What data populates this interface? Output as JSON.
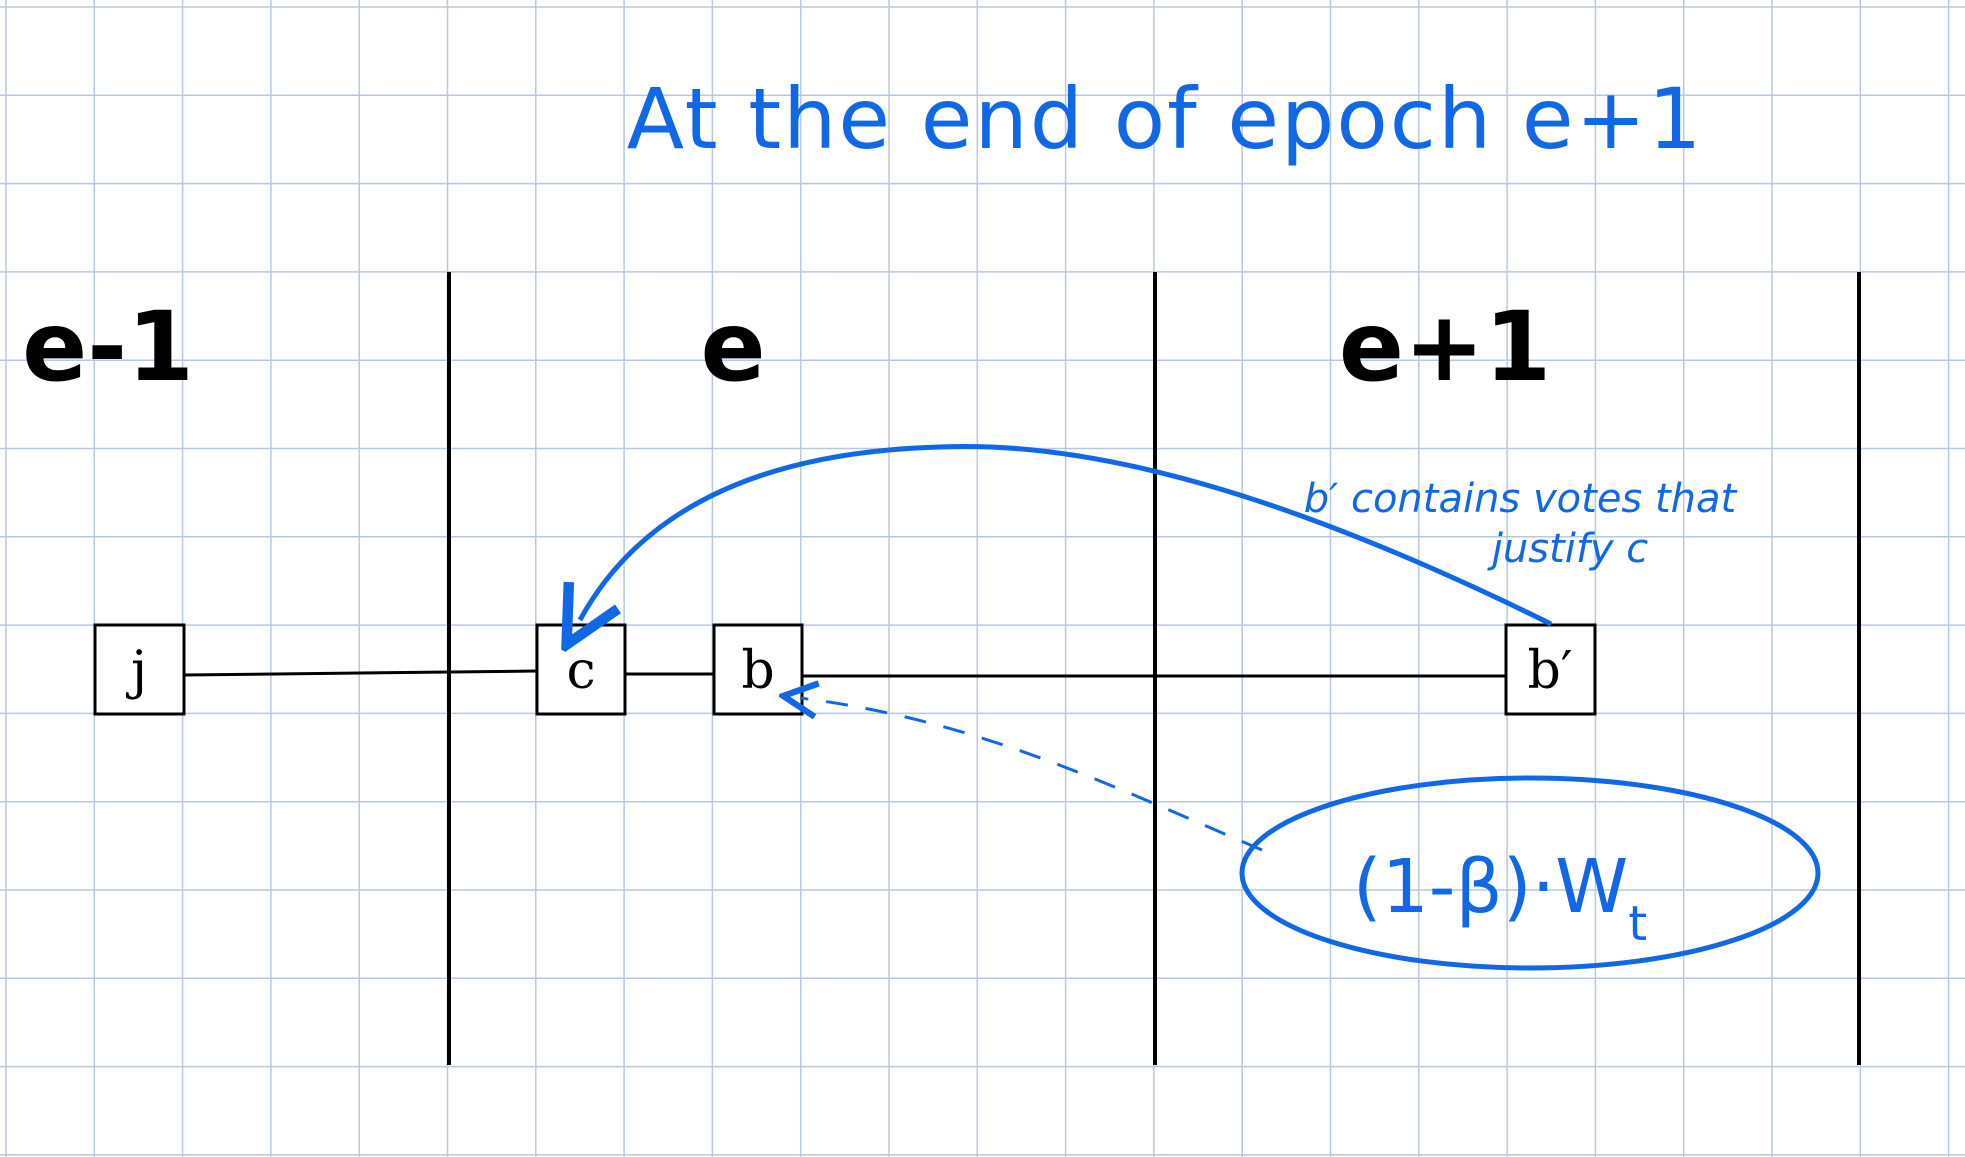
{
  "colors": {
    "grid": "#b7c8e0",
    "ink": "#000000",
    "accent": "#1168e6",
    "background": "#ffffff"
  },
  "title": "At the end of epoch e+1",
  "epochs": [
    "e-1",
    "e",
    "e+1"
  ],
  "blocks": {
    "j": "j",
    "c": "c",
    "b": "b",
    "b_prime": "b′"
  },
  "annotation": {
    "line1": "b′ contains votes that",
    "line2": "justify c"
  },
  "weight": {
    "main": "(1-β)·W",
    "subscript": "t"
  }
}
